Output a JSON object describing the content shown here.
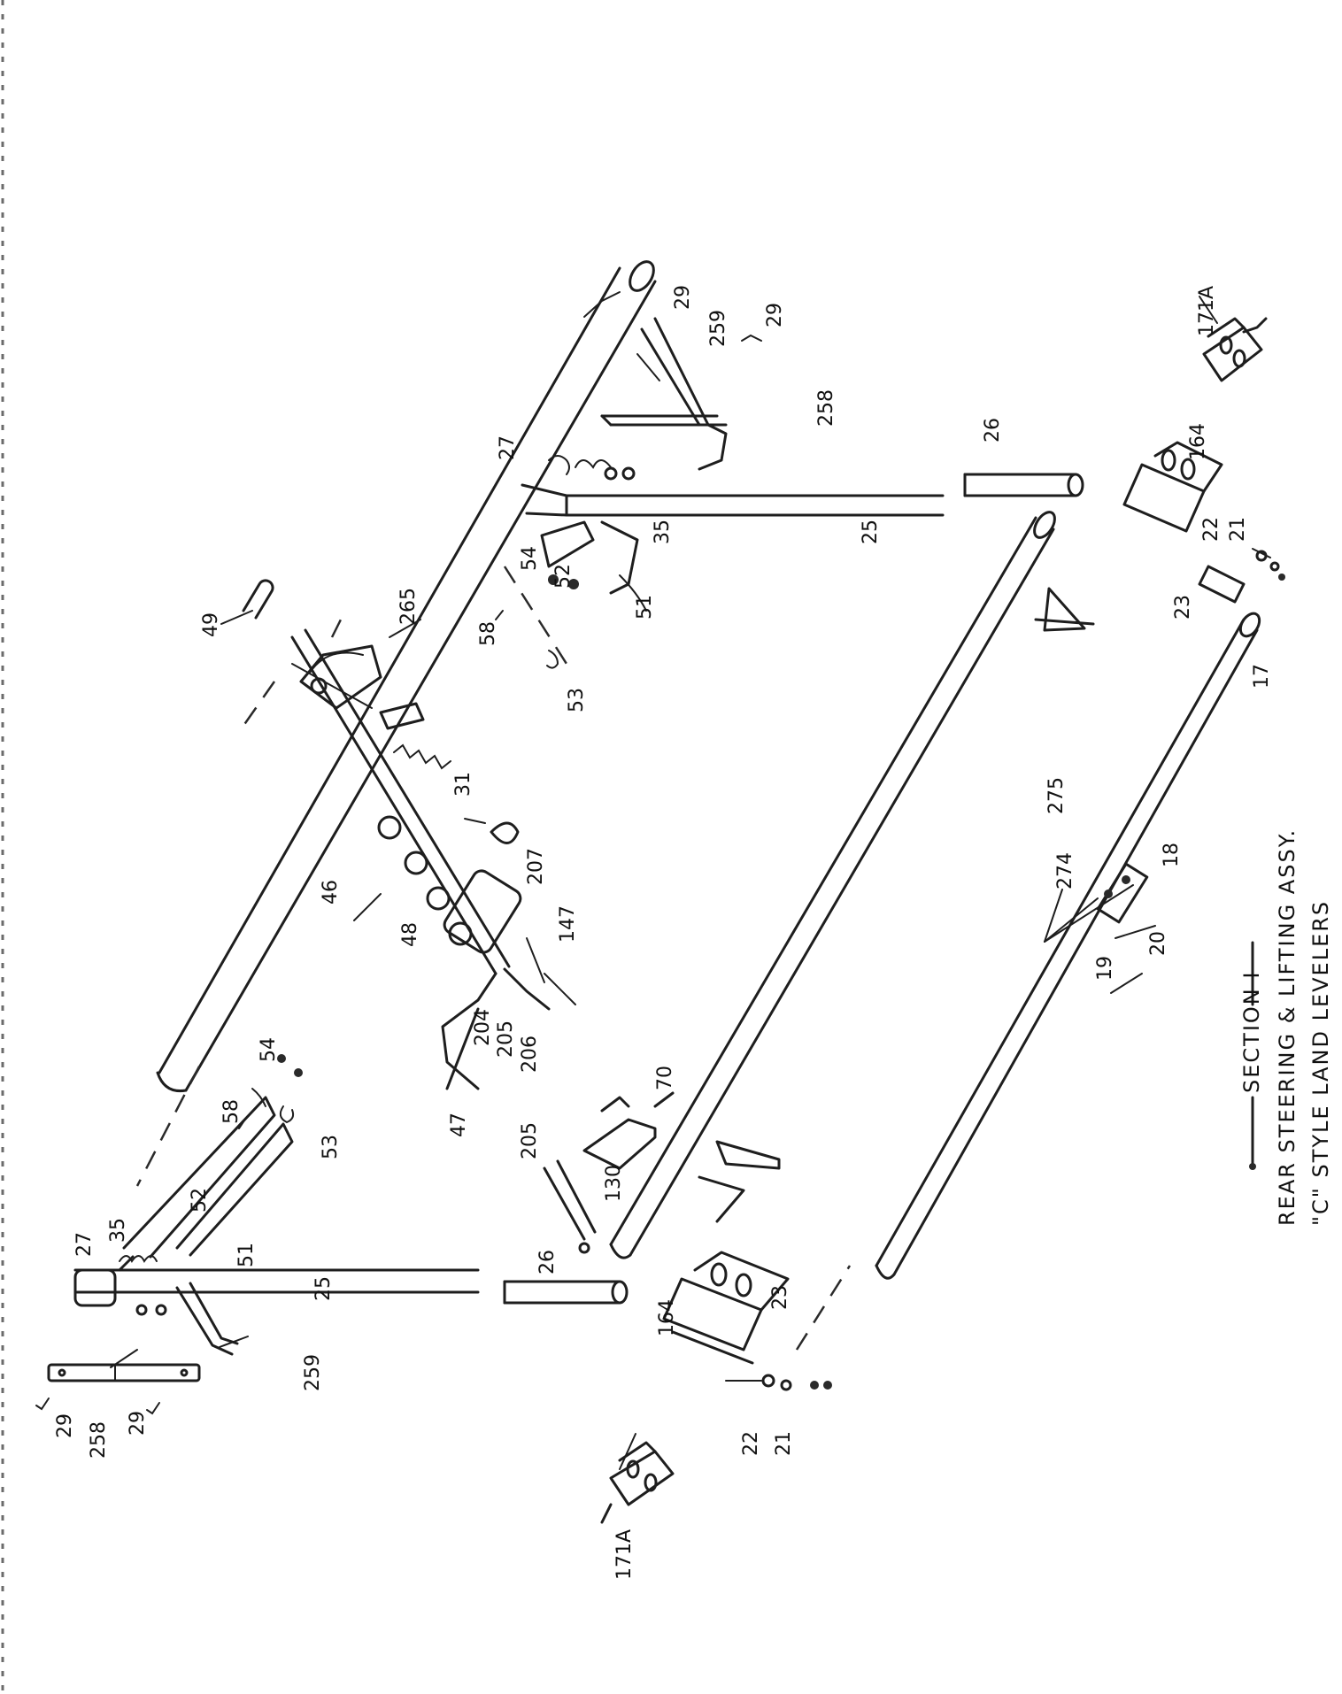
{
  "title": {
    "section": "SECTION I",
    "line1": "REAR STEERING & LIFTING ASSY.",
    "line2": "\"C\" STYLE    LAND    LEVELERS"
  },
  "labels": [
    {
      "id": "49",
      "text": "49"
    },
    {
      "id": "265",
      "text": "265"
    },
    {
      "id": "27-right",
      "text": "27"
    },
    {
      "id": "54-right",
      "text": "54"
    },
    {
      "id": "58-right",
      "text": "58"
    },
    {
      "id": "53-right",
      "text": "53"
    },
    {
      "id": "52-right",
      "text": "52"
    },
    {
      "id": "51-right",
      "text": "51"
    },
    {
      "id": "35-right",
      "text": "35"
    },
    {
      "id": "25-right",
      "text": "25"
    },
    {
      "id": "26-right",
      "text": "26"
    },
    {
      "id": "29-top-a",
      "text": "29"
    },
    {
      "id": "259-right",
      "text": "259"
    },
    {
      "id": "29-top-b",
      "text": "29"
    },
    {
      "id": "258-right",
      "text": "258"
    },
    {
      "id": "171A-right",
      "text": "171A"
    },
    {
      "id": "164-right",
      "text": "164"
    },
    {
      "id": "22-right",
      "text": "22"
    },
    {
      "id": "21-right",
      "text": "21"
    },
    {
      "id": "23-right",
      "text": "23"
    },
    {
      "id": "17",
      "text": "17"
    },
    {
      "id": "275",
      "text": "275"
    },
    {
      "id": "274",
      "text": "274"
    },
    {
      "id": "18",
      "text": "18"
    },
    {
      "id": "20",
      "text": "20"
    },
    {
      "id": "19",
      "text": "19"
    },
    {
      "id": "31",
      "text": "31"
    },
    {
      "id": "46",
      "text": "46"
    },
    {
      "id": "48",
      "text": "48"
    },
    {
      "id": "207",
      "text": "207"
    },
    {
      "id": "147",
      "text": "147"
    },
    {
      "id": "204",
      "text": "204"
    },
    {
      "id": "205-a",
      "text": "205"
    },
    {
      "id": "206",
      "text": "206"
    },
    {
      "id": "205-b",
      "text": "205"
    },
    {
      "id": "47",
      "text": "47"
    },
    {
      "id": "54-left",
      "text": "54"
    },
    {
      "id": "58-left",
      "text": "58"
    },
    {
      "id": "53-left",
      "text": "53"
    },
    {
      "id": "52-left",
      "text": "52"
    },
    {
      "id": "51-left",
      "text": "51"
    },
    {
      "id": "35-left",
      "text": "35"
    },
    {
      "id": "27-left",
      "text": "27"
    },
    {
      "id": "25-left",
      "text": "25"
    },
    {
      "id": "26-left",
      "text": "26"
    },
    {
      "id": "259-left",
      "text": "259"
    },
    {
      "id": "258-left",
      "text": "258"
    },
    {
      "id": "29-left-a",
      "text": "29"
    },
    {
      "id": "29-left-b",
      "text": "29"
    },
    {
      "id": "70",
      "text": "70"
    },
    {
      "id": "130",
      "text": "130"
    },
    {
      "id": "164-left",
      "text": "164"
    },
    {
      "id": "23-left",
      "text": "23"
    },
    {
      "id": "22-left",
      "text": "22"
    },
    {
      "id": "21-left",
      "text": "21"
    },
    {
      "id": "171A-left",
      "text": "171A"
    }
  ]
}
